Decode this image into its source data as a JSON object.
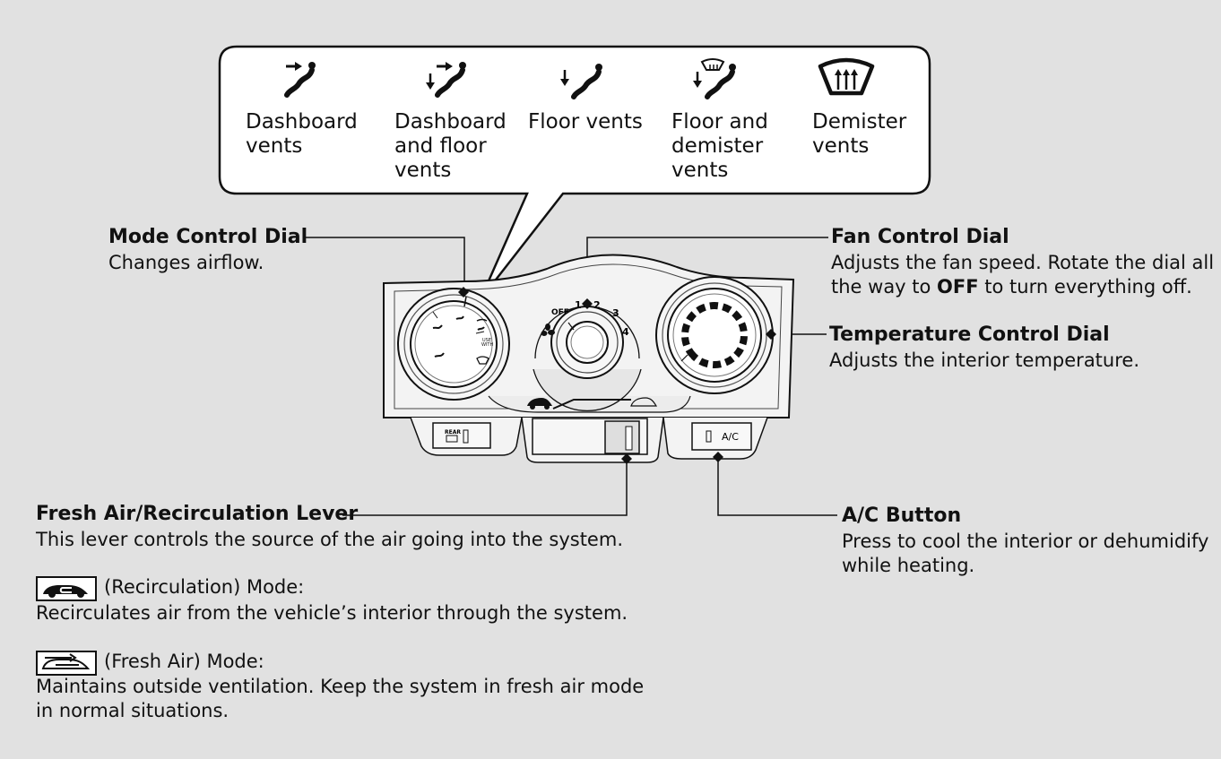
{
  "vent_modes": [
    {
      "label_lines": [
        "Dashboard",
        "vents"
      ],
      "icon": "dashboard-vent-icon"
    },
    {
      "label_lines": [
        "Dashboard",
        "and floor",
        "vents"
      ],
      "icon": "dashboard-floor-vent-icon"
    },
    {
      "label_lines": [
        "Floor vents"
      ],
      "icon": "floor-vent-icon"
    },
    {
      "label_lines": [
        "Floor and",
        "demister",
        "vents"
      ],
      "icon": "floor-demister-vent-icon"
    },
    {
      "label_lines": [
        "Demister",
        "vents"
      ],
      "icon": "demister-vent-icon"
    }
  ],
  "callouts": {
    "mode_dial": {
      "title": "Mode Control Dial",
      "desc": "Changes airflow."
    },
    "fan_dial": {
      "title": "Fan Control Dial",
      "desc_1": "Adjusts the fan speed. Rotate the dial all",
      "desc_2_pre": "the way to ",
      "desc_2_bold": "OFF",
      "desc_2_post": " to turn everything off."
    },
    "temp_dial": {
      "title": "Temperature Control Dial",
      "desc": "Adjusts the interior temperature."
    },
    "lever": {
      "title": "Fresh Air/Recirculation Lever",
      "desc": "This lever controls the source of the air going into the system."
    },
    "ac_button": {
      "title": "A/C Button",
      "desc_1": "Press to cool the interior or dehumidify",
      "desc_2": "while heating."
    }
  },
  "modes": {
    "recirc": {
      "label": "(Recirculation) Mode:",
      "desc": "Recirculates air from the vehicle’s interior through the system."
    },
    "fresh": {
      "label": "(Fresh Air) Mode:",
      "desc_1": "Maintains outside ventilation. Keep the system in fresh air mode",
      "desc_2": "in normal situations."
    }
  },
  "panel": {
    "fan_off": "OFF",
    "fan_1": "1",
    "fan_2": "2",
    "fan_3": "3",
    "fan_4": "4",
    "rear_label": "REAR",
    "ac_label": "A/C",
    "use_with_line1": "USE",
    "use_with_line2": "WITH"
  }
}
